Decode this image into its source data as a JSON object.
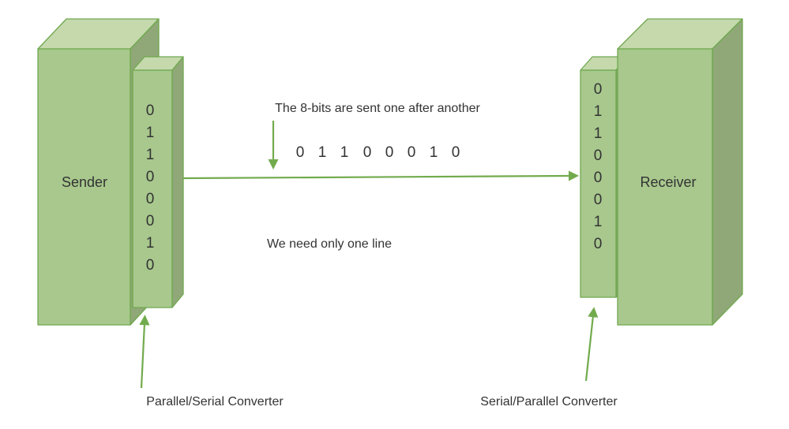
{
  "diagram": {
    "caption_top": "The 8-bits are sent one after another",
    "caption_bottom": "We need only one line",
    "serial_bits": [
      "0",
      "1",
      "1",
      "0",
      "0",
      "0",
      "1",
      "0"
    ],
    "sender": {
      "label": "Sender",
      "bits": [
        "0",
        "1",
        "1",
        "0",
        "0",
        "0",
        "1",
        "0"
      ],
      "converter_label": "Parallel/Serial Converter"
    },
    "receiver": {
      "label": "Receiver",
      "bits": [
        "0",
        "1",
        "1",
        "0",
        "0",
        "0",
        "1",
        "0"
      ],
      "converter_label": "Serial/Parallel Converter"
    },
    "colors": {
      "box_front": "#a8c88d",
      "box_top": "#c5d9ad",
      "box_side": "#90a878",
      "stroke": "#6fa84f",
      "arrow": "#72ab4d",
      "text": "#333333"
    }
  }
}
